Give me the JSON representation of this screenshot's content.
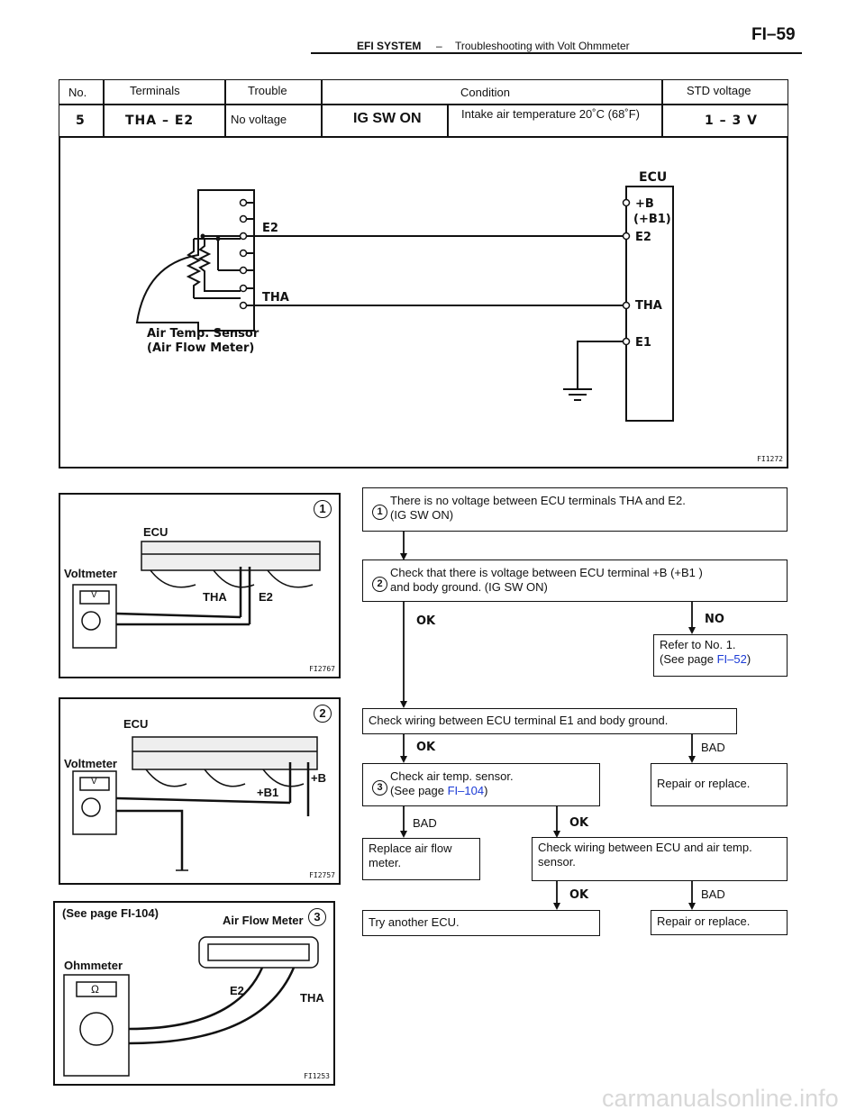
{
  "header": {
    "section": "EFI SYSTEM",
    "separator": "–",
    "subtitle": "Troubleshooting with Volt Ohmmeter",
    "page_number": "FI–59"
  },
  "spec_table": {
    "headers": {
      "no": "No.",
      "terminals": "Terminals",
      "trouble": "Trouble",
      "condition": "Condition",
      "std": "STD voltage"
    },
    "row": {
      "no": "5",
      "terminals": "THA – E2",
      "trouble": "No voltage",
      "condition_a": "IG SW ON",
      "condition_b": "Intake air temperature 20˚C (68˚F)",
      "std": "1 – 3 V"
    }
  },
  "circuit": {
    "ecu_label": "ECU",
    "ecu_terminals": [
      "+B",
      "(+B1)",
      "E2",
      "THA",
      "E1"
    ],
    "sensor_e2": "E2",
    "sensor_tha": "THA",
    "sensor_label_1": "Air Temp. Sensor",
    "sensor_label_2": "(Air Flow Meter)",
    "fig_code": "FI1272"
  },
  "figures": [
    {
      "step": "1",
      "fig_code": "FI2767",
      "meter": "Voltmeter",
      "meter_symbol": "V",
      "ecu": "ECU",
      "probe_a": "THA",
      "probe_b": "E2"
    },
    {
      "step": "2",
      "fig_code": "FI2757",
      "meter": "Voltmeter",
      "meter_symbol": "V",
      "ecu": "ECU",
      "probe_a": "+B1",
      "probe_b": "+B"
    },
    {
      "step": "3",
      "fig_code": "FI1253",
      "meter": "Ohmmeter",
      "meter_symbol": "Ω",
      "ref": "(See page FI-104)",
      "device": "Air Flow Meter",
      "probe_a": "E2",
      "probe_b": "THA"
    }
  ],
  "flow": {
    "step1": {
      "num": "1",
      "line1": "There is no voltage between ECU terminals THA and E2.",
      "line2": "(IG SW ON)"
    },
    "step2": {
      "num": "2",
      "line1": "Check that there is voltage between ECU terminal +B (+B1 )",
      "line2": "and body ground. (IG SW ON)"
    },
    "ok_1": "OK",
    "no_1": "NO",
    "refer": {
      "line1": "Refer to No. 1.",
      "line2_pre": "(See page ",
      "link": "FI–52",
      "line2_post": ")"
    },
    "check_e1": "Check wiring between ECU terminal E1 and body ground.",
    "ok_2": "OK",
    "bad_1": "BAD",
    "step3": {
      "num": "3",
      "line1": "Check air temp. sensor.",
      "line2_pre": "(See page ",
      "link": "FI–104",
      "line2_post": ")"
    },
    "repair_1": "Repair or replace.",
    "bad_2": "BAD",
    "ok_3": "OK",
    "replace_afm": {
      "line1": "Replace air flow",
      "line2": "meter."
    },
    "check_wiring": {
      "line1": "Check wiring between ECU and air temp.",
      "line2": "sensor."
    },
    "ok_4": "OK",
    "bad_3": "BAD",
    "try_ecu": "Try another ECU.",
    "repair_2": "Repair or replace."
  },
  "watermark": "carmanualsonline.info"
}
